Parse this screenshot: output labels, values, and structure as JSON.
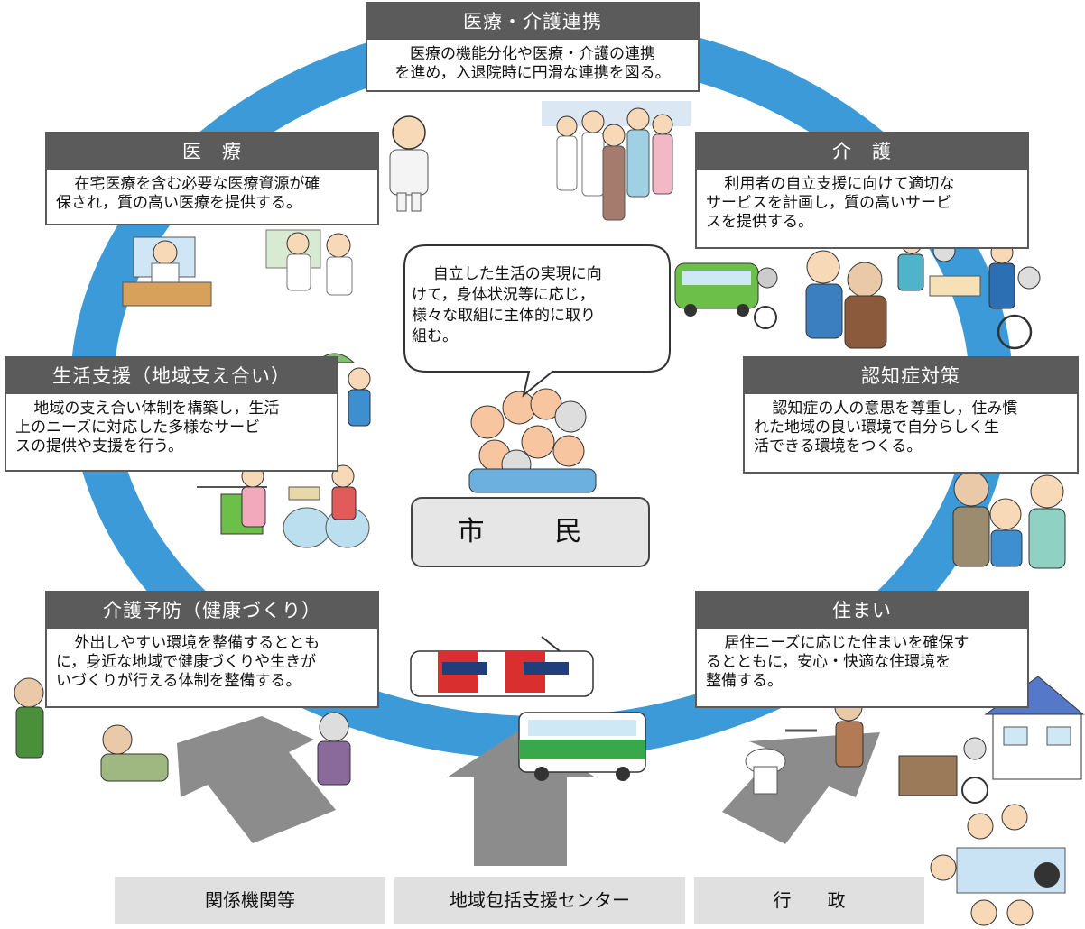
{
  "cards": {
    "medical_care_link": {
      "title": "医療・介護連携",
      "lines": [
        "医療の機能分化や医療・介護の連携",
        "を進め，入退院時に円滑な連携を図る。"
      ]
    },
    "medical": {
      "title": "医　療",
      "lines": [
        "在宅医療を含む必要な医療資源が確",
        "保され，質の高い医療を提供する。"
      ]
    },
    "care": {
      "title": "介　護",
      "lines": [
        "利用者の自立支援に向けて適切な",
        "サービスを計画し，質の高いサービ",
        "スを提供する。"
      ]
    },
    "life_support": {
      "title": "生活支援（地域支え合い）",
      "lines": [
        "地域の支え合い体制を構築し，生活",
        "上のニーズに対応した多様なサービ",
        "スの提供や支援を行う。"
      ]
    },
    "dementia": {
      "title": "認知症対策",
      "lines": [
        "認知症の人の意思を尊重し，住み慣",
        "れた地域の良い環境で自分らしく生",
        "活できる環境をつくる。"
      ]
    },
    "prevention": {
      "title": "介護予防（健康づくり）",
      "lines": [
        "外出しやすい環境を整備するととも",
        "に，身近な地域で健康づくりや生きが",
        "いづくりが行える体制を整備する。"
      ]
    },
    "housing": {
      "title": "住まい",
      "lines": [
        "居住ニーズに応じた住まいを確保す",
        "るとともに，安心・快適な住環境を",
        "整備する。"
      ]
    }
  },
  "bubble": {
    "lines": [
      "自立した生活の実現に向",
      "けて，身体状況等に応じ，",
      "様々な取組に主体的に取り",
      "組む。"
    ]
  },
  "center_label": "市　民",
  "footer": {
    "left": "関係機関等",
    "center": "地域包括支援センター",
    "right": "行　　政"
  },
  "colors": {
    "ring": "#3d9ad8",
    "header": "#5b5b5b",
    "arrow": "#8c8c8c",
    "footer_bg": "#e0e0e0"
  }
}
